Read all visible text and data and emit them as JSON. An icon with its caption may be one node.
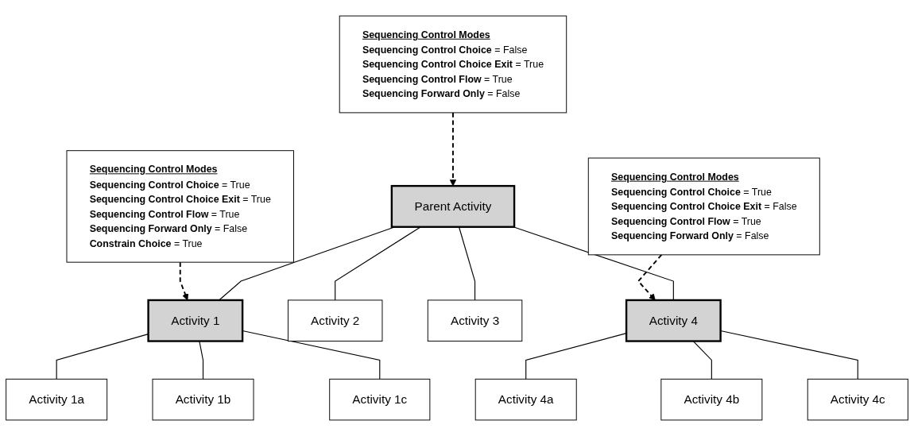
{
  "diagram": {
    "nodes": [
      {
        "text": [
          "Sequencing Control Modes",
          "**Sequencing Control Choice** = False",
          "**Sequencing Control Choice Exit** = True",
          "**Sequencing Control Flow** = True",
          "**Sequencing Forward Only** = False"
        ]
      },
      {
        "text": [
          "Sequencing Control Modes",
          "**Sequencing Control Choice** = True",
          "**Sequencing Control Choice Exit** = True",
          "**Sequencing Control Flow** = True",
          "**Sequencing Forward Only** = False",
          "**Constrain Choice** = True"
        ]
      },
      {
        "text": [
          "Sequencing Control Modes",
          "**Sequencing Control Choice** = True",
          "**Sequencing Control Choice Exit** = False",
          "**Sequencing Control Flow** = True",
          "**Sequencing Forward Only** = False"
        ]
      },
      {
        "text": [
          "Parent Activity"
        ]
      },
      {
        "text": [
          "Activity 1"
        ]
      },
      {
        "text": [
          "Activity 2"
        ]
      },
      {
        "text": [
          "Activity 3"
        ]
      },
      {
        "text": [
          "Activity 4"
        ]
      },
      {
        "text": [
          "Activity 1a"
        ]
      },
      {
        "text": [
          "Activity 1b"
        ]
      },
      {
        "text": [
          "Activity 1c"
        ]
      },
      {
        "text": [
          "Activity 4a"
        ]
      },
      {
        "text": [
          "Activity 4b"
        ]
      },
      {
        "text": [
          "Activity 4c"
        ]
      }
    ],
    "edges": [
      {
        "from": 0,
        "to": 3,
        "arrow": "to",
        "style": "dashed"
      },
      {
        "from": 1,
        "to": 4,
        "arrow": "to",
        "style": "dashed"
      },
      {
        "from": 2,
        "to": 7,
        "arrow": "to",
        "style": "dashed"
      },
      {
        "from": 3,
        "to": 4,
        "arrow": "none"
      },
      {
        "from": 3,
        "to": 5,
        "arrow": "none"
      },
      {
        "from": 3,
        "to": 6,
        "arrow": "none"
      },
      {
        "from": 3,
        "to": 7,
        "arrow": "none"
      },
      {
        "from": 4,
        "to": 8,
        "arrow": "none"
      },
      {
        "from": 4,
        "to": 9,
        "arrow": "none"
      },
      {
        "from": 4,
        "to": 10,
        "arrow": "none"
      },
      {
        "from": 7,
        "to": 11,
        "arrow": "none"
      },
      {
        "from": 7,
        "to": 12,
        "arrow": "none"
      },
      {
        "from": 7,
        "to": 13,
        "arrow": "none"
      }
    ]
  }
}
